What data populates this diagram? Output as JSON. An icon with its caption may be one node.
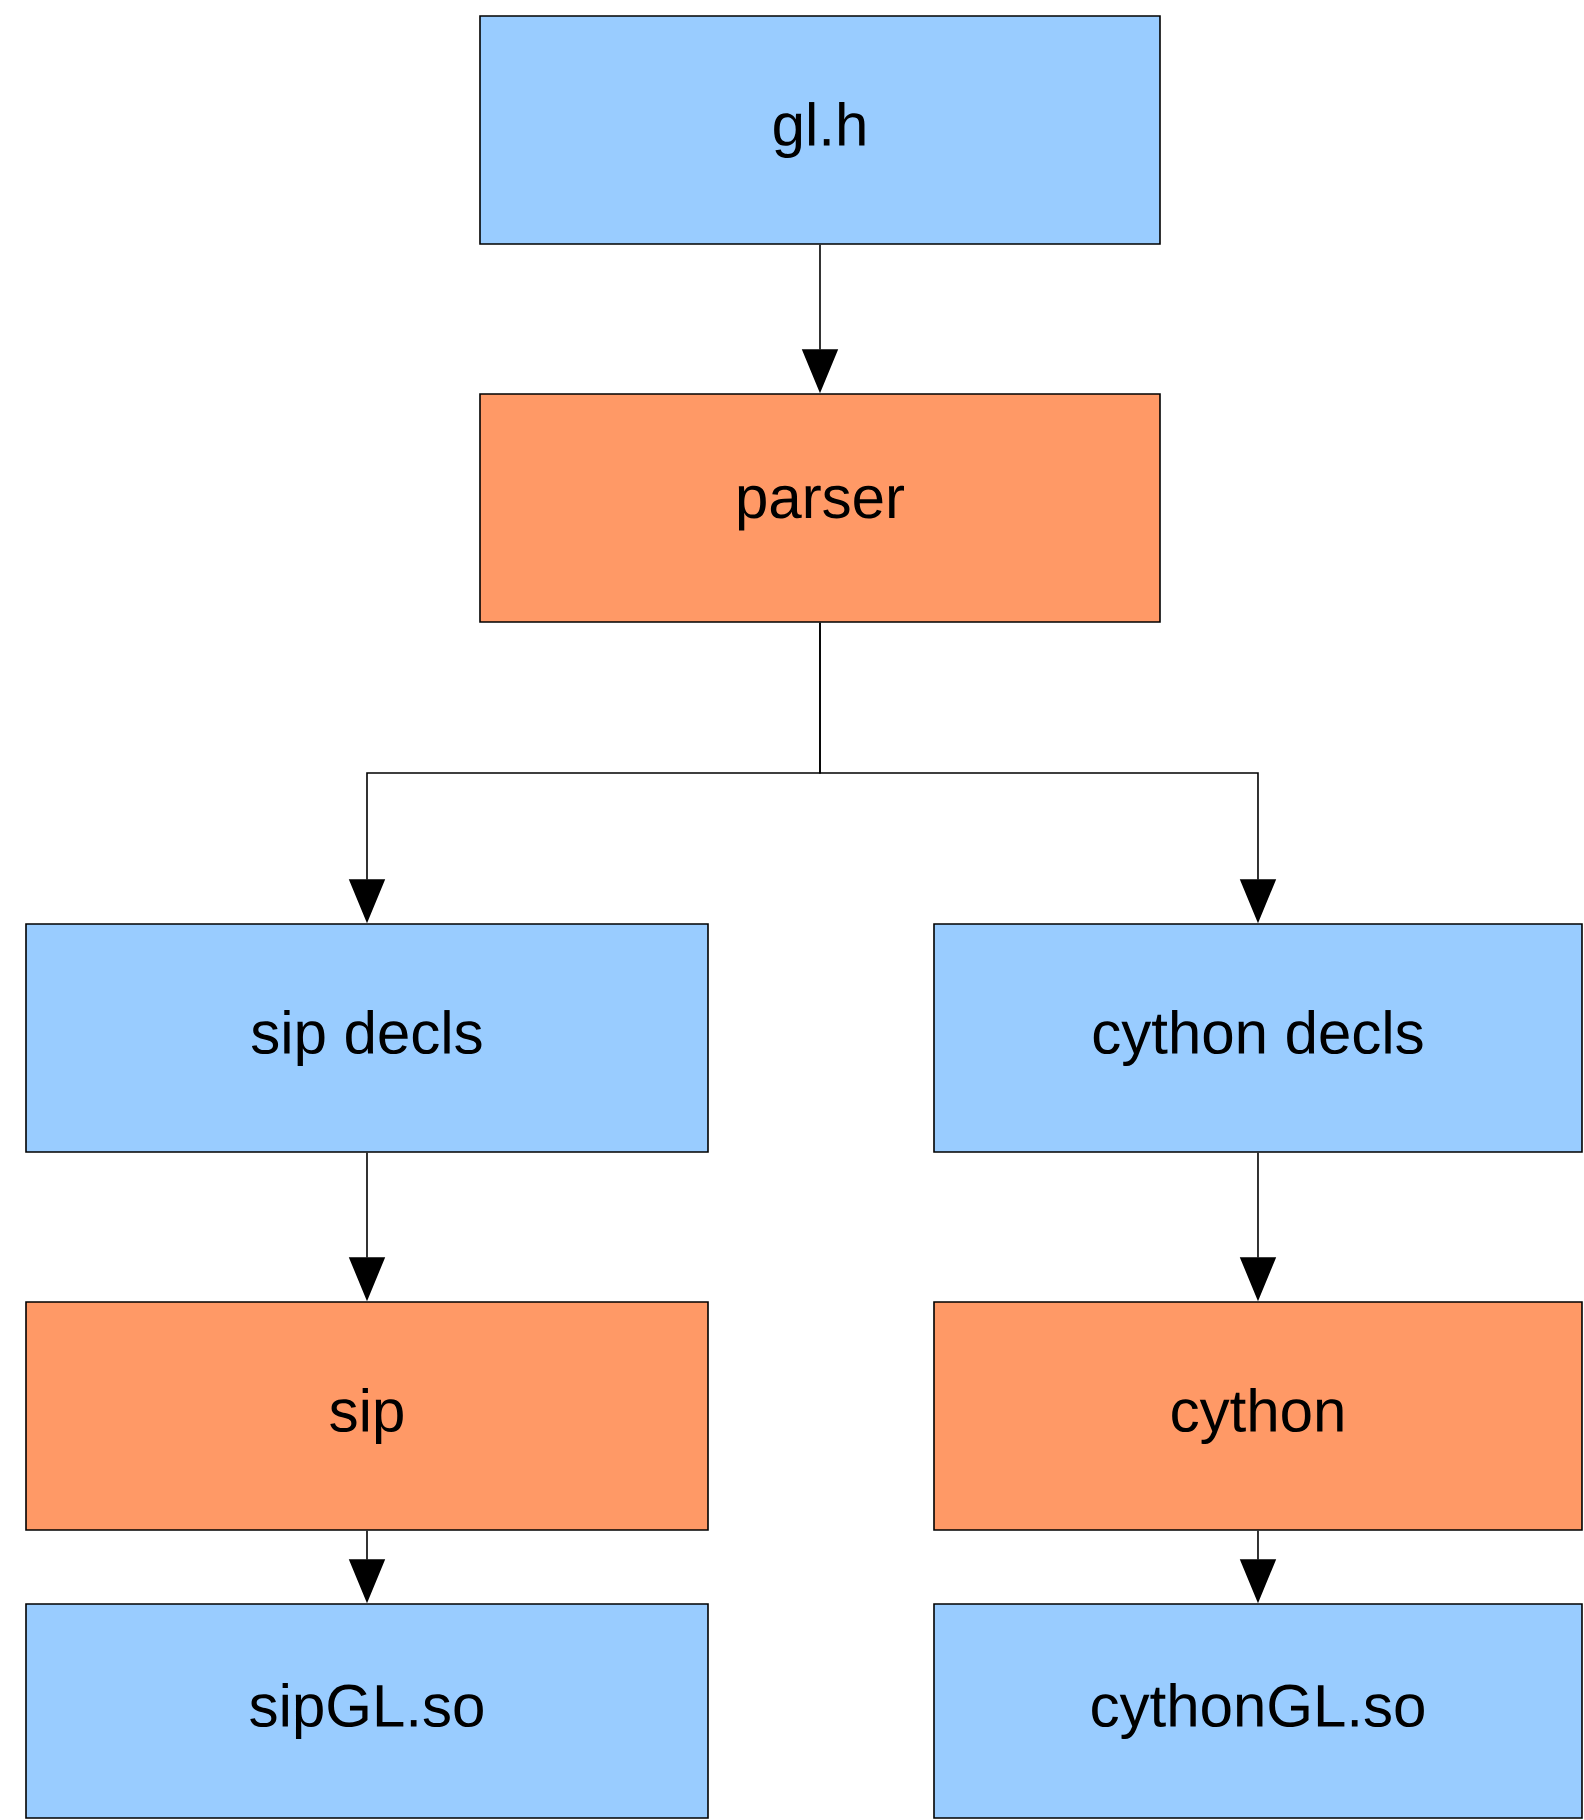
{
  "diagram": {
    "nodes": [
      {
        "text": [
          "gl.h"
        ]
      },
      {
        "text": [
          "parser"
        ]
      },
      {
        "text": [
          "sip decls"
        ]
      },
      {
        "text": [
          "cython decls"
        ]
      },
      {
        "text": [
          "sip"
        ]
      },
      {
        "text": [
          "cython"
        ]
      },
      {
        "text": [
          "sipGL.so"
        ]
      },
      {
        "text": [
          "cythonGL.so"
        ]
      }
    ],
    "edges": [
      {
        "from": 0,
        "to": 1,
        "arrow": "to"
      },
      {
        "from": 1,
        "to": 2,
        "arrow": "to"
      },
      {
        "from": 1,
        "to": 3,
        "arrow": "to"
      },
      {
        "from": 2,
        "to": 4,
        "arrow": "to"
      },
      {
        "from": 3,
        "to": 5,
        "arrow": "to"
      },
      {
        "from": 4,
        "to": 6,
        "arrow": "to"
      },
      {
        "from": 5,
        "to": 7,
        "arrow": "to"
      }
    ]
  }
}
